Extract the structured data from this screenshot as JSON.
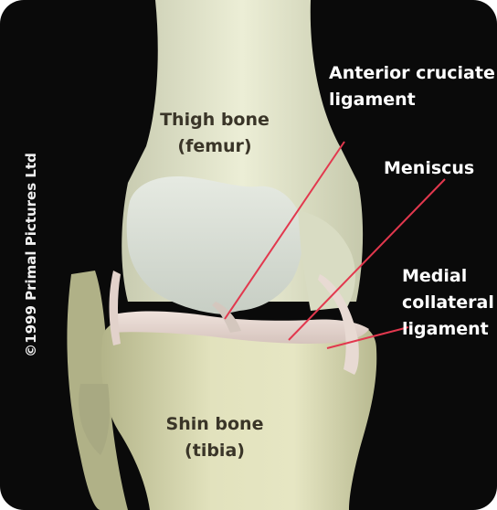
{
  "image": {
    "subject": "knee joint anatomy illustration",
    "background_color": "#0a0a0a",
    "pointer_color": "#e2384e"
  },
  "labels": {
    "thigh_bone": {
      "line1": "Thigh bone",
      "line2": "(femur)"
    },
    "shin_bone": {
      "line1": "Shin bone",
      "line2": "(tibia)"
    },
    "acl": {
      "line1": "Anterior cruciate",
      "line2": "ligament"
    },
    "meniscus": {
      "line1": "Meniscus"
    },
    "mcl": {
      "line1": "Medial",
      "line2": "collateral",
      "line3": "ligament"
    }
  },
  "copyright": "©1999 Primal Pictures Ltd"
}
